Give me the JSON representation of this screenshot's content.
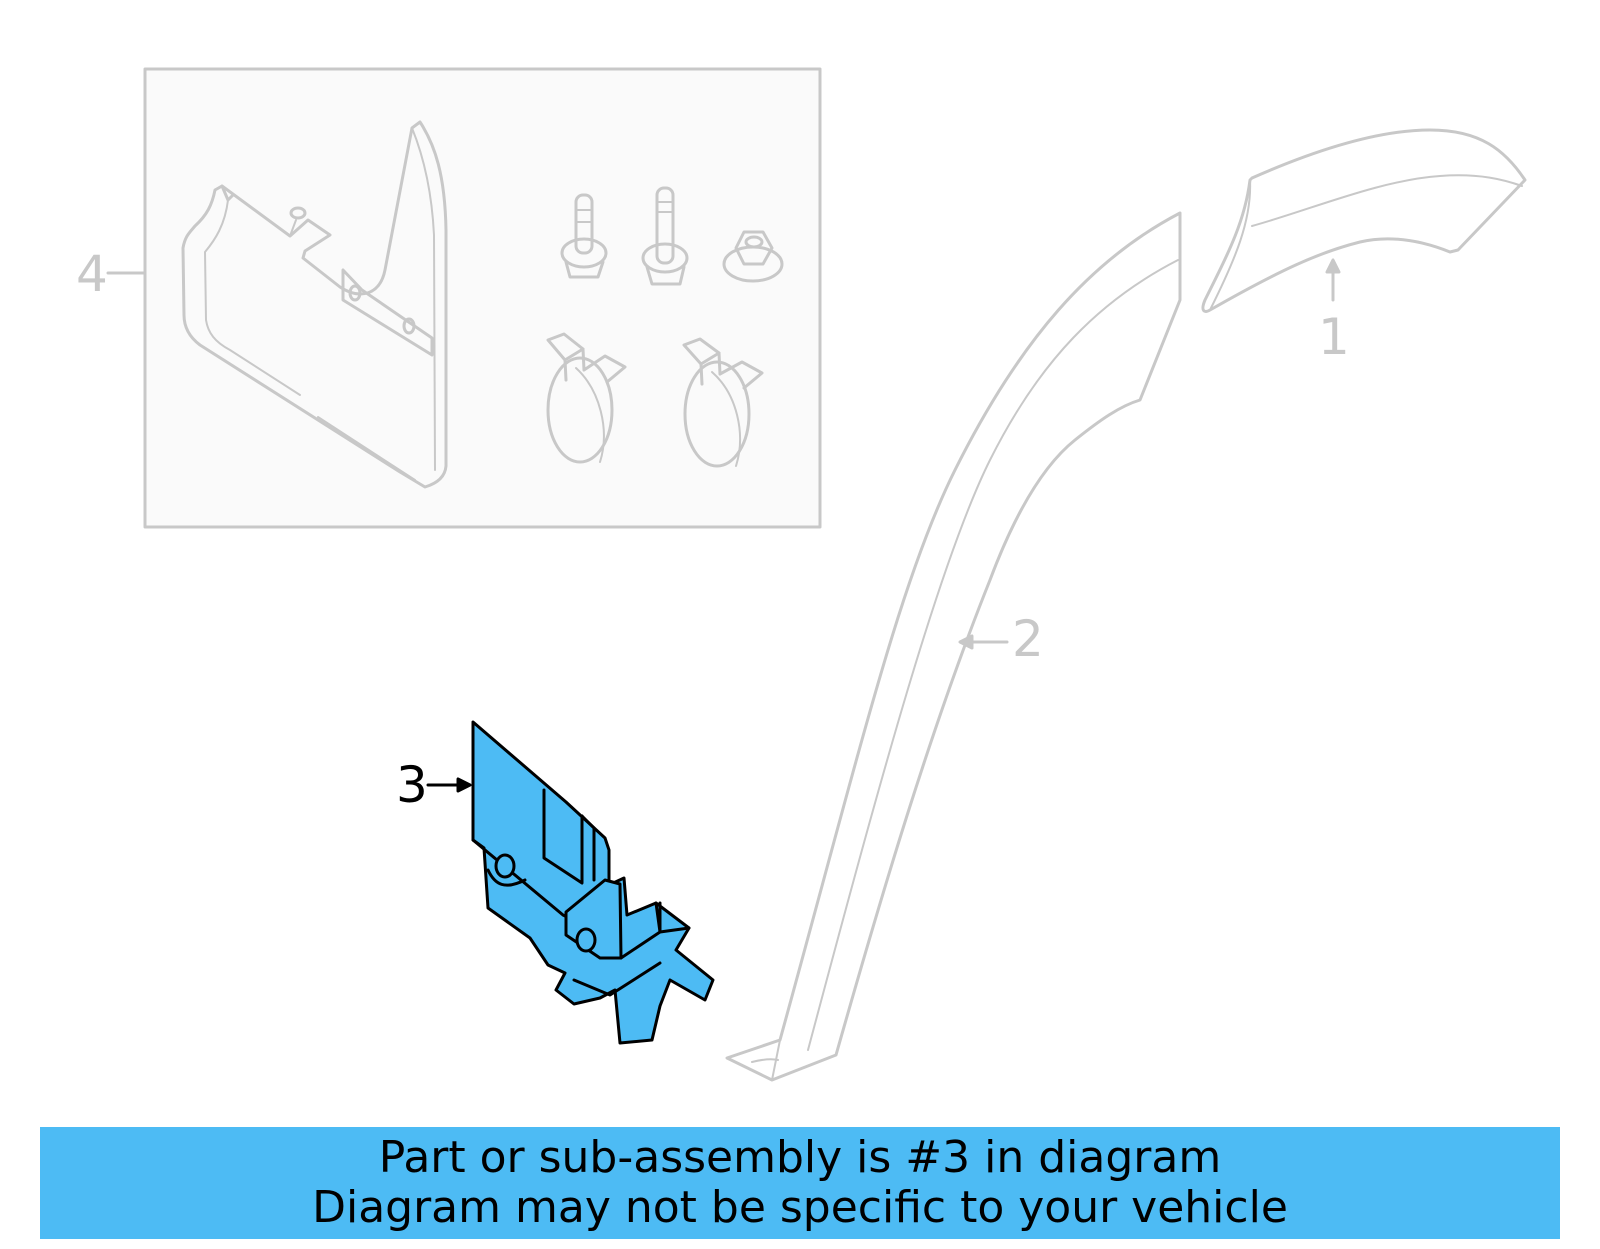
{
  "diagram": {
    "highlight_color": "#4dbbf4",
    "dim_line_color": "#c8c8c8",
    "callouts": [
      {
        "id": "1",
        "label": "1",
        "part": "wheel-opening-molding-upper"
      },
      {
        "id": "2",
        "label": "2",
        "part": "wheel-opening-molding-side"
      },
      {
        "id": "3",
        "label": "3",
        "part": "bracket",
        "highlighted": true
      },
      {
        "id": "4",
        "label": "4",
        "part": "mud-flap-kit"
      }
    ]
  },
  "banner": {
    "line1": "Part or sub-assembly is #3 in diagram",
    "line2": "Diagram may not be specific to your vehicle"
  }
}
